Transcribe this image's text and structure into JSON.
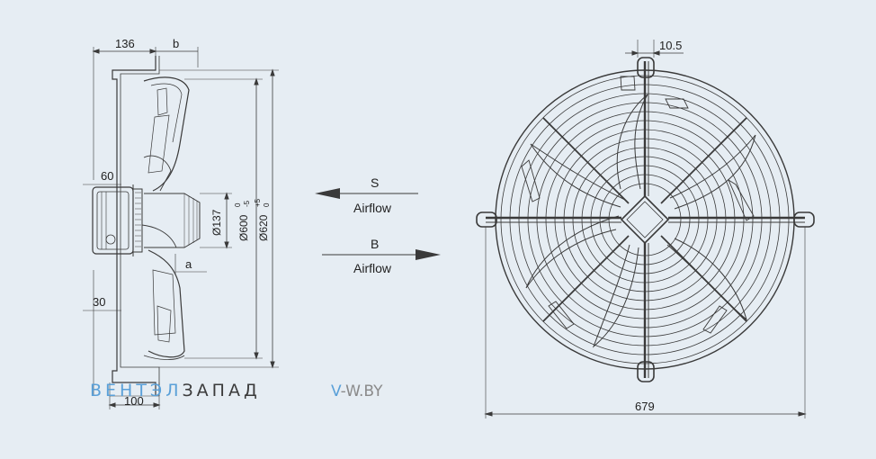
{
  "side_view": {
    "dim_top_left": "136",
    "dim_top_right": "b",
    "dim_hub_left": "60",
    "dim_bottom_left": "30",
    "dim_bottom": "100",
    "dim_a": "a",
    "dim_diam_137": "Ø137",
    "dim_diam_600": "Ø600",
    "dim_diam_600_tol_top": "0",
    "dim_diam_600_tol_bottom": "-5",
    "dim_diam_620": "Ø620",
    "dim_diam_620_tol_top": "+5",
    "dim_diam_620_tol_bottom": "0"
  },
  "airflow": {
    "s_label": "S",
    "s_text": "Airflow",
    "b_label": "B",
    "b_text": "Airflow"
  },
  "front_view": {
    "dim_top": "10.5",
    "dim_bottom": "679"
  },
  "watermark": {
    "brand_part1": "ВЕНТЭЛ",
    "brand_part2": "ЗАПАД",
    "site_part1": "V",
    "site_part2": "-W.BY",
    "color_blue": "#5aa0d8",
    "color_dark": "#3b3b3b",
    "color_grey": "#8a8a8a"
  },
  "colors": {
    "background": "#e6edf3",
    "line": "#3a3a3a"
  }
}
